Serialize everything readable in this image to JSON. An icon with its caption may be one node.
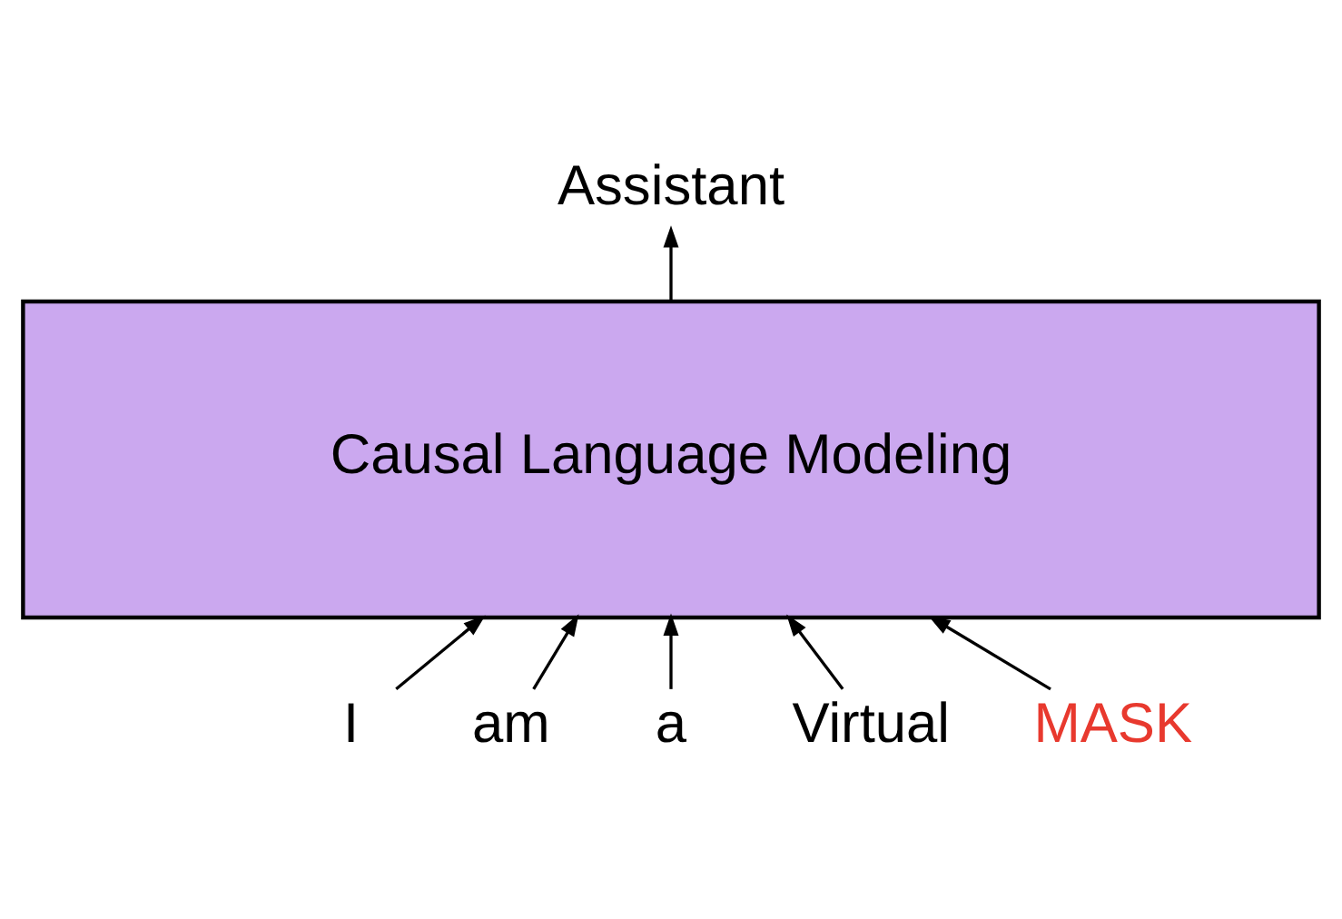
{
  "diagram": {
    "nodes": [
      {
        "text": [
          "Causal Language Modeling"
        ]
      },
      {
        "text": [
          "I"
        ]
      },
      {
        "text": [
          "am"
        ]
      },
      {
        "text": [
          "a"
        ]
      },
      {
        "text": [
          "Virtual"
        ]
      },
      {
        "text": [
          "MASK"
        ]
      },
      {
        "text": [
          "Assistant"
        ]
      }
    ],
    "edges": [
      {
        "from": 1,
        "to": 0,
        "arrow": "to"
      },
      {
        "from": 2,
        "to": 0,
        "arrow": "to"
      },
      {
        "from": 3,
        "to": 0,
        "arrow": "to"
      },
      {
        "from": 4,
        "to": 0,
        "arrow": "to"
      },
      {
        "from": 5,
        "to": 0,
        "arrow": "to"
      },
      {
        "from": 0,
        "to": 6,
        "arrow": "to"
      }
    ]
  }
}
